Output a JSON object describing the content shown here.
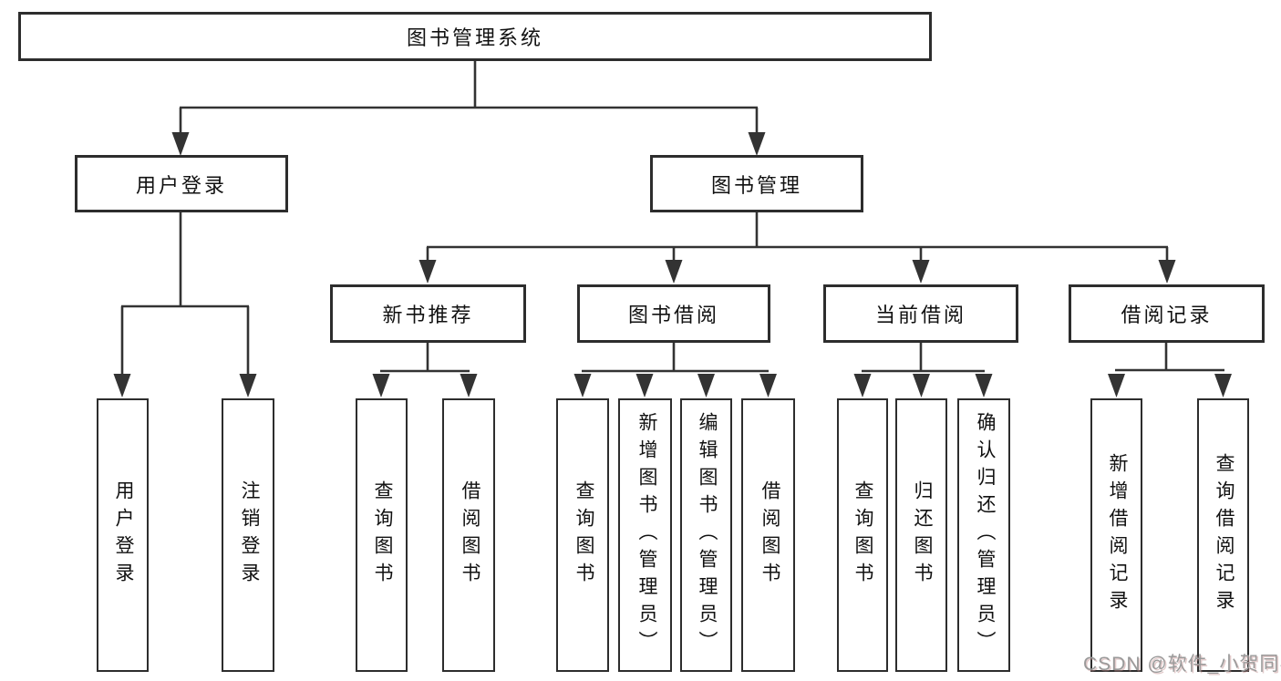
{
  "diagram": {
    "tree": {
      "root": {
        "label": "图书管理系统"
      },
      "level2": [
        {
          "id": "user-login",
          "label": "用户登录",
          "parent": "root"
        },
        {
          "id": "book-management",
          "label": "图书管理",
          "parent": "root"
        }
      ],
      "level3": [
        {
          "id": "new-book-recommendation",
          "label": "新书推荐",
          "parent": "book-management"
        },
        {
          "id": "book-borrowing",
          "label": "图书借阅",
          "parent": "book-management"
        },
        {
          "id": "current-borrowing",
          "label": "当前借阅",
          "parent": "book-management"
        },
        {
          "id": "borrowing-records",
          "label": "借阅记录",
          "parent": "book-management"
        }
      ],
      "leaves": [
        {
          "label": "用户登录",
          "parent": "user-login"
        },
        {
          "label": "注销登录",
          "parent": "user-login"
        },
        {
          "label": "查询图书",
          "parent": "new-book-recommendation"
        },
        {
          "label": "借阅图书",
          "parent": "new-book-recommendation"
        },
        {
          "label": "查询图书",
          "parent": "book-borrowing"
        },
        {
          "label": "新增图书（管理员）",
          "parent": "book-borrowing"
        },
        {
          "label": "编辑图书（管理员）",
          "parent": "book-borrowing"
        },
        {
          "label": "借阅图书",
          "parent": "book-borrowing"
        },
        {
          "label": "查询图书",
          "parent": "current-borrowing"
        },
        {
          "label": "归还图书",
          "parent": "current-borrowing"
        },
        {
          "label": "确认归还（管理员）",
          "parent": "current-borrowing"
        },
        {
          "label": "新增借阅记录",
          "parent": "borrowing-records"
        },
        {
          "label": "查询借阅记录",
          "parent": "borrowing-records"
        }
      ]
    },
    "colors": {
      "line": "#333333",
      "box_border": "#2d2d2d",
      "text": "#111111",
      "background": "#ffffff",
      "watermark": "#9a9a9a"
    }
  },
  "watermark": {
    "text": "CSDN @软件_小贺同学"
  }
}
